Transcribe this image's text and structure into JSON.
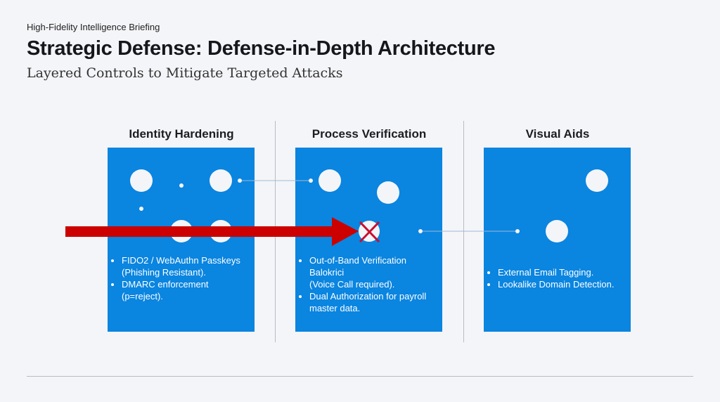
{
  "header": {
    "eyebrow": "High-Fidelity Intelligence Briefing",
    "title": "Strategic Defense: Defense-in-Depth Architecture",
    "subtitle": "Layered Controls to Mitigate Targeted Attacks"
  },
  "columns": [
    {
      "heading": "Identity Hardening",
      "bullets": [
        "FIDO2 / WebAuthn Passkeys (Phishing Resistant).",
        "DMARC enforcement (p=reject)."
      ]
    },
    {
      "heading": "Process Verification",
      "bullets": [
        "Out-of-Band Verification",
        "Balokrici",
        "(Voice Call required).",
        "Dual Authorization for payroll master data."
      ]
    },
    {
      "heading": "Visual Aids",
      "bullets": [
        "External Email Tagging.",
        "Lookalike Domain Detection."
      ]
    }
  ],
  "colors": {
    "panel": "#0a85e0",
    "attack_arrow": "#cc0000",
    "background": "#f4f5f8"
  }
}
